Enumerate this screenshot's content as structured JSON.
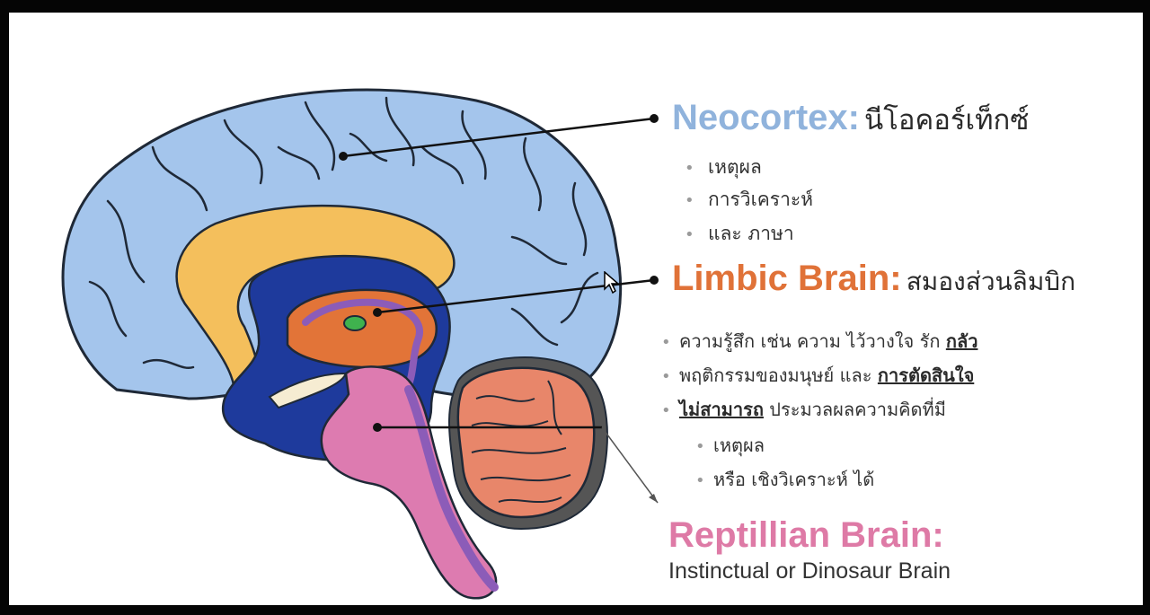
{
  "neocortex": {
    "title": "Neocortex:",
    "thai_title": "นีโอคอร์เท็กซ์",
    "items": [
      "เหตุผล",
      "การวิเคราะห์",
      "และ ภาษา"
    ],
    "color": "#90b3dc"
  },
  "limbic": {
    "title": "Limbic Brain:",
    "thai_title": "สมองส่วนลิมบิก",
    "items": [
      {
        "text": "ความรู้สึก เช่น ความ ไว้วางใจ รัก ",
        "underlined": "กลัว"
      },
      {
        "text": "พฤติกรรมของมนุษย์ และ ",
        "underlined": "การตัดสินใจ"
      },
      {
        "underlined": "ไม่สามารถ",
        "text": " ประมวลผลความคิดที่มี"
      }
    ],
    "subitems": [
      "เหตุผล",
      "หรือ เชิงวิเคราะห์ ได้"
    ],
    "color": "#e07238"
  },
  "reptilian": {
    "title": "Reptillian Brain:",
    "subtitle": "Instinctual or Dinosaur Brain",
    "color": "#de7aa6"
  },
  "colors": {
    "cortex": "#a4c5ec",
    "corpus_callosum": "#f4bf5c",
    "midbrain_blue": "#1e3a9c",
    "limbic_orange": "#e27438",
    "brainstem_pink": "#dd7bb0",
    "cerebellum": "#e8866a",
    "hippocampus_purple": "#8c5cb8",
    "green_dot": "#3fb24e"
  }
}
